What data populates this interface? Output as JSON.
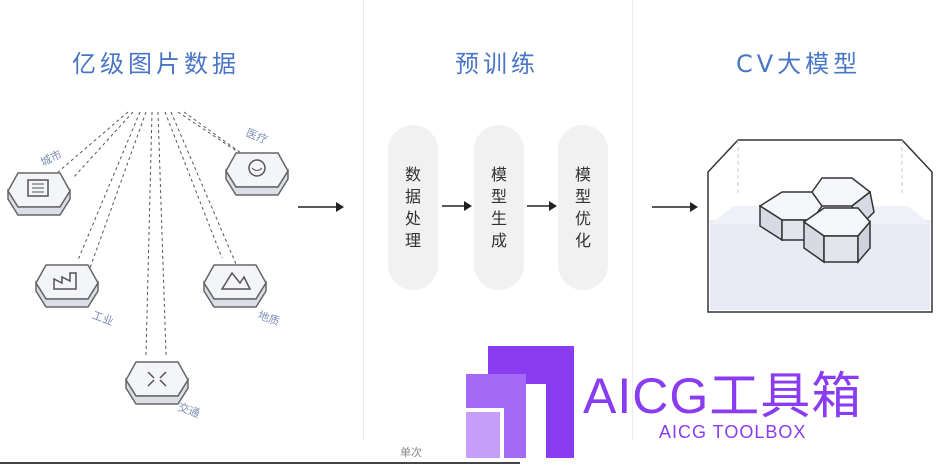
{
  "sections": {
    "data": {
      "title": "亿级图片数据"
    },
    "pretrain": {
      "title": "预训练"
    },
    "model": {
      "title": "CV大模型"
    }
  },
  "domains": {
    "city": "城市",
    "medical": "医疗",
    "industry": "工业",
    "geology": "地质",
    "traffic": "交通"
  },
  "steps": [
    {
      "chars": [
        "数",
        "据",
        "处",
        "理"
      ]
    },
    {
      "chars": [
        "模",
        "型",
        "生",
        "成"
      ]
    },
    {
      "chars": [
        "模",
        "型",
        "优",
        "化"
      ]
    }
  ],
  "footnote": "单次",
  "watermark": {
    "name": "AICG工具箱",
    "sub": "AICG TOOLBOX",
    "color": "#8a3cf0"
  },
  "colors": {
    "title": "#4a76c6",
    "hex_top": "#f4f5f9",
    "hex_side": "#dcdee6",
    "box_fill": "#e8eaf6"
  }
}
